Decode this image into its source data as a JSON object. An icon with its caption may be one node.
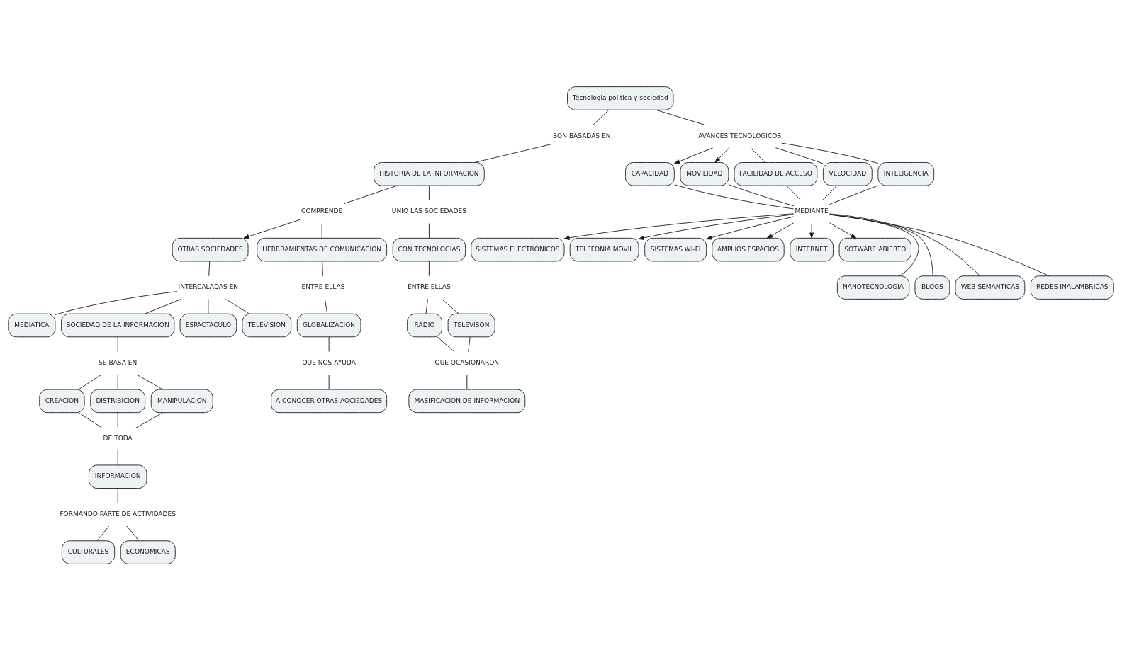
{
  "diagram": {
    "nodes": [
      {
        "text": [
          "Tecnologia politica y sociedad"
        ]
      },
      {
        "text": [
          "CAPACIDAD"
        ]
      },
      {
        "text": [
          "SISTEMAS ELECTRONICOS"
        ]
      },
      {
        "text": [
          "TELEFONIA MOVIL"
        ]
      },
      {
        "text": [
          "SISTEMAS WI-FI"
        ]
      },
      {
        "text": [
          "AVANCES TECNOLOGICOS"
        ]
      },
      {
        "text": [
          "MOVILIDAD"
        ]
      },
      {
        "text": [
          "SON BASADAS EN"
        ]
      },
      {
        "text": [
          "AMPLIOS ESPACIOS"
        ]
      },
      {
        "text": [
          "INTERCALADAS EN"
        ]
      },
      {
        "text": [
          "FACILIDAD DE ACCESO"
        ]
      },
      {
        "text": [
          "MEDIANTE"
        ]
      },
      {
        "text": [
          "HISTORIA DE LA INFORMACION"
        ]
      },
      {
        "text": [
          "INTERNET"
        ]
      },
      {
        "text": [
          "VELOCIDAD"
        ]
      },
      {
        "text": [
          "OTRAS SOCIEDADES"
        ]
      },
      {
        "text": [
          "INTELIGENCIA"
        ]
      },
      {
        "text": [
          "COMPRENDE"
        ]
      },
      {
        "text": [
          "SOTWARE ABIERTO"
        ]
      },
      {
        "text": [
          "ESPACTACULO"
        ]
      },
      {
        "text": [
          "MEDIATICA"
        ]
      },
      {
        "text": [
          "TELEVISION"
        ]
      },
      {
        "text": [
          "BLOGS"
        ]
      },
      {
        "text": [
          "NANOTECNOLOGIA"
        ]
      },
      {
        "text": [
          "UNIO LAS SOCIEDADES"
        ]
      },
      {
        "text": [
          "HERRRAMIENTAS DE COMUNICACION"
        ]
      },
      {
        "text": [
          "SOCIEDAD DE LA INFORMACION"
        ]
      },
      {
        "text": [
          "REDES INALAMBRICAS"
        ]
      },
      {
        "text": [
          "WEB SEMANTICAS"
        ]
      },
      {
        "text": [
          "CON TECNOLOGIAS"
        ]
      },
      {
        "text": [
          "ENTRE ELLAS"
        ]
      },
      {
        "text": [
          "SE BASA EN"
        ]
      },
      {
        "text": [
          "ENTRE ELLAS"
        ]
      },
      {
        "text": [
          "GLOBALIZACION"
        ]
      },
      {
        "text": [
          "CREACION"
        ]
      },
      {
        "text": [
          "DISTRIBICION"
        ]
      },
      {
        "text": [
          "MANIPULACION"
        ]
      },
      {
        "text": [
          "RADIO"
        ]
      },
      {
        "text": [
          "TELEVISON"
        ]
      },
      {
        "text": [
          "QUE NOS AYUDA"
        ]
      },
      {
        "text": [
          "QUE OCASIONARON"
        ]
      },
      {
        "text": [
          "A CONOCER OTRAS AOCIEDADES"
        ]
      },
      {
        "text": [
          "DE TODA"
        ]
      },
      {
        "text": [
          "INFORMACION"
        ]
      },
      {
        "text": [
          "MASIFICACION DE INFORMACION"
        ]
      },
      {
        "text": [
          "FORMANDO PARTE DE ACTIVIDADES"
        ]
      },
      {
        "text": [
          "CULTURALES"
        ]
      },
      {
        "text": [
          "ECONOMICAS"
        ]
      }
    ],
    "edges": [
      {
        "from": 0,
        "to": 7,
        "arrow": "none"
      },
      {
        "from": 7,
        "to": 12,
        "arrow": "none"
      },
      {
        "from": 0,
        "to": 5,
        "arrow": "none"
      },
      {
        "from": 5,
        "to": 1,
        "arrow": "to"
      },
      {
        "from": 5,
        "to": 6,
        "arrow": "to"
      },
      {
        "from": 5,
        "to": 10,
        "arrow": "none"
      },
      {
        "from": 5,
        "to": 14,
        "arrow": "none"
      },
      {
        "from": 5,
        "to": 16,
        "arrow": "none"
      },
      {
        "from": 1,
        "to": 11,
        "arrow": "none"
      },
      {
        "from": 6,
        "to": 11,
        "arrow": "none"
      },
      {
        "from": 10,
        "to": 11,
        "arrow": "none"
      },
      {
        "from": 14,
        "to": 11,
        "arrow": "none"
      },
      {
        "from": 16,
        "to": 11,
        "arrow": "none"
      },
      {
        "from": 11,
        "to": 2,
        "arrow": "to"
      },
      {
        "from": 11,
        "to": 3,
        "arrow": "to"
      },
      {
        "from": 11,
        "to": 4,
        "arrow": "to"
      },
      {
        "from": 11,
        "to": 8,
        "arrow": "to"
      },
      {
        "from": 11,
        "to": 13,
        "arrow": "to"
      },
      {
        "from": 11,
        "to": 18,
        "arrow": "to"
      },
      {
        "from": 11,
        "to": 23,
        "arrow": "none"
      },
      {
        "from": 11,
        "to": 22,
        "arrow": "none"
      },
      {
        "from": 11,
        "to": 28,
        "arrow": "none"
      },
      {
        "from": 11,
        "to": 27,
        "arrow": "none"
      },
      {
        "from": 12,
        "to": 17,
        "arrow": "none"
      },
      {
        "from": 17,
        "to": 15,
        "arrow": "to"
      },
      {
        "from": 17,
        "to": 25,
        "arrow": "none"
      },
      {
        "from": 12,
        "to": 24,
        "arrow": "none"
      },
      {
        "from": 24,
        "to": 29,
        "arrow": "none"
      },
      {
        "from": 15,
        "to": 9,
        "arrow": "none"
      },
      {
        "from": 9,
        "to": 20,
        "arrow": "none"
      },
      {
        "from": 9,
        "to": 26,
        "arrow": "none"
      },
      {
        "from": 9,
        "to": 19,
        "arrow": "none"
      },
      {
        "from": 9,
        "to": 21,
        "arrow": "none"
      },
      {
        "from": 25,
        "to": 30,
        "arrow": "none"
      },
      {
        "from": 30,
        "to": 33,
        "arrow": "none"
      },
      {
        "from": 33,
        "to": 39,
        "arrow": "none"
      },
      {
        "from": 39,
        "to": 41,
        "arrow": "none"
      },
      {
        "from": 29,
        "to": 32,
        "arrow": "none"
      },
      {
        "from": 32,
        "to": 37,
        "arrow": "none"
      },
      {
        "from": 32,
        "to": 38,
        "arrow": "none"
      },
      {
        "from": 37,
        "to": 40,
        "arrow": "none"
      },
      {
        "from": 38,
        "to": 40,
        "arrow": "none"
      },
      {
        "from": 40,
        "to": 44,
        "arrow": "none"
      },
      {
        "from": 26,
        "to": 31,
        "arrow": "none"
      },
      {
        "from": 31,
        "to": 34,
        "arrow": "none"
      },
      {
        "from": 31,
        "to": 35,
        "arrow": "none"
      },
      {
        "from": 31,
        "to": 36,
        "arrow": "none"
      },
      {
        "from": 34,
        "to": 42,
        "arrow": "none"
      },
      {
        "from": 35,
        "to": 42,
        "arrow": "none"
      },
      {
        "from": 36,
        "to": 42,
        "arrow": "none"
      },
      {
        "from": 42,
        "to": 43,
        "arrow": "none"
      },
      {
        "from": 43,
        "to": 45,
        "arrow": "none"
      },
      {
        "from": 45,
        "to": 46,
        "arrow": "none"
      },
      {
        "from": 45,
        "to": 47,
        "arrow": "none"
      }
    ]
  }
}
